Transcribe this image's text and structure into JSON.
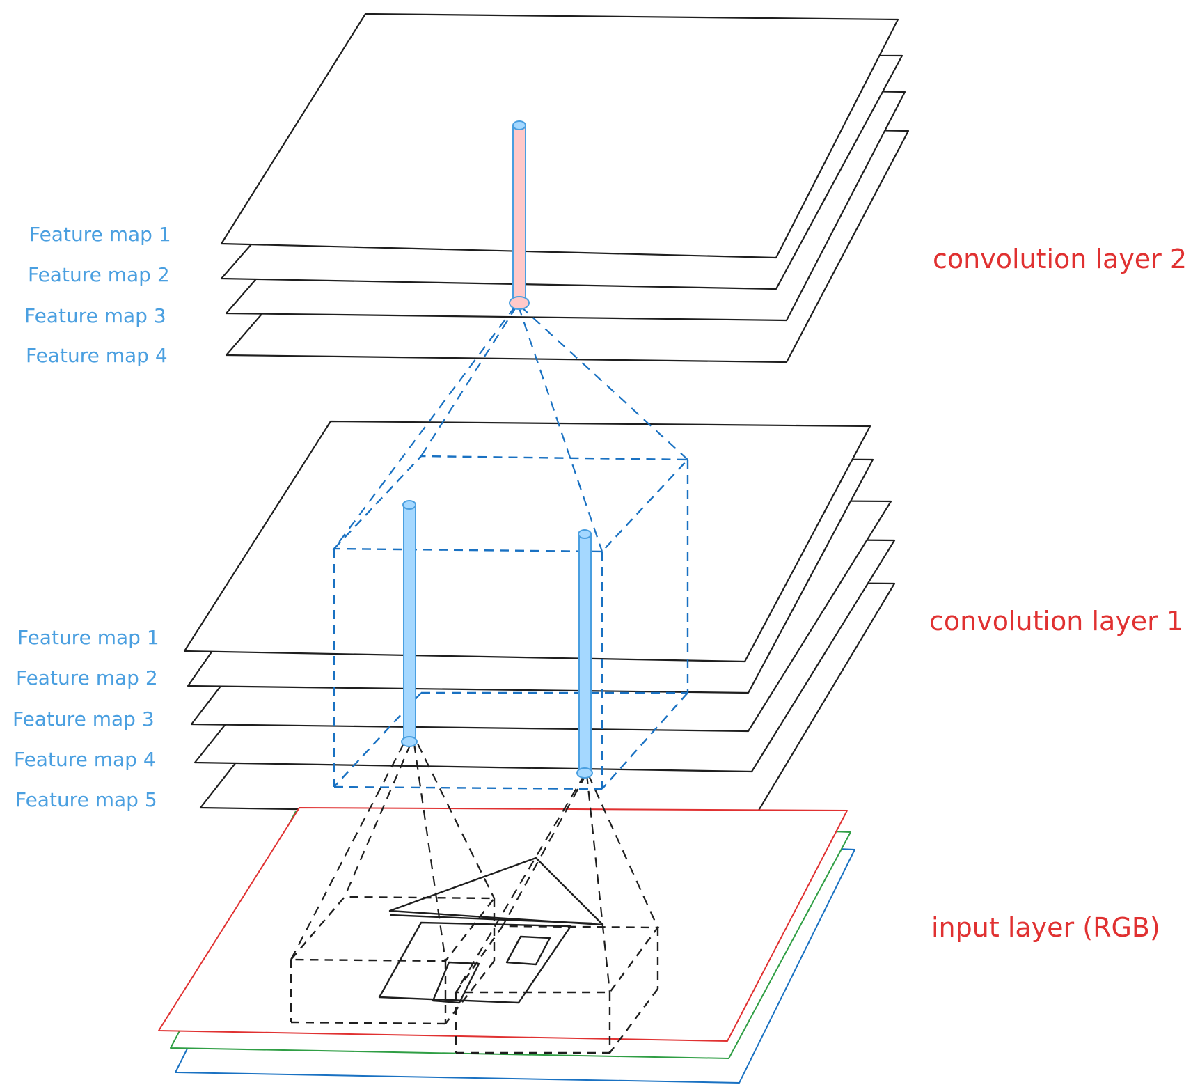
{
  "colors": {
    "ink": "#1e1e1e",
    "feature_map_label": "#4a9fe0",
    "layer_label": "#e03131",
    "red_channel": "#e03131",
    "green_channel": "#2f9e44",
    "blue_channel": "#1971c2",
    "receptive_field_blue": "#1971c2",
    "column_blue_fill": "#a5d8ff",
    "column_blue_stroke": "#4a9fe0",
    "column_red_fill": "#ffc9c9"
  },
  "layer2": {
    "title": "convolution layer 2",
    "feature_maps": [
      "Feature map 1",
      "Feature map 2",
      "Feature map 3",
      "Feature map 4"
    ]
  },
  "layer1": {
    "title": "convolution layer 1",
    "feature_maps": [
      "Feature map 1",
      "Feature map 2",
      "Feature map 3",
      "Feature map 4",
      "Feature map 5"
    ]
  },
  "input": {
    "title": "input layer (RGB)"
  }
}
